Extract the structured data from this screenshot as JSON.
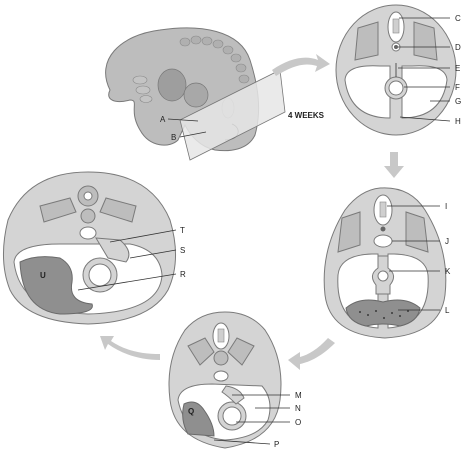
{
  "title": "4 WEEKS",
  "labels": {
    "A": "A",
    "B": "B",
    "C": "C",
    "D": "D",
    "E": "E",
    "F": "F",
    "G": "G",
    "H": "H",
    "I": "I",
    "J": "J",
    "K": "K",
    "L": "L",
    "M": "M",
    "N": "N",
    "O": "O",
    "P": "P",
    "Q": "Q",
    "R": "R",
    "S": "S",
    "T": "T",
    "U": "U"
  }
}
